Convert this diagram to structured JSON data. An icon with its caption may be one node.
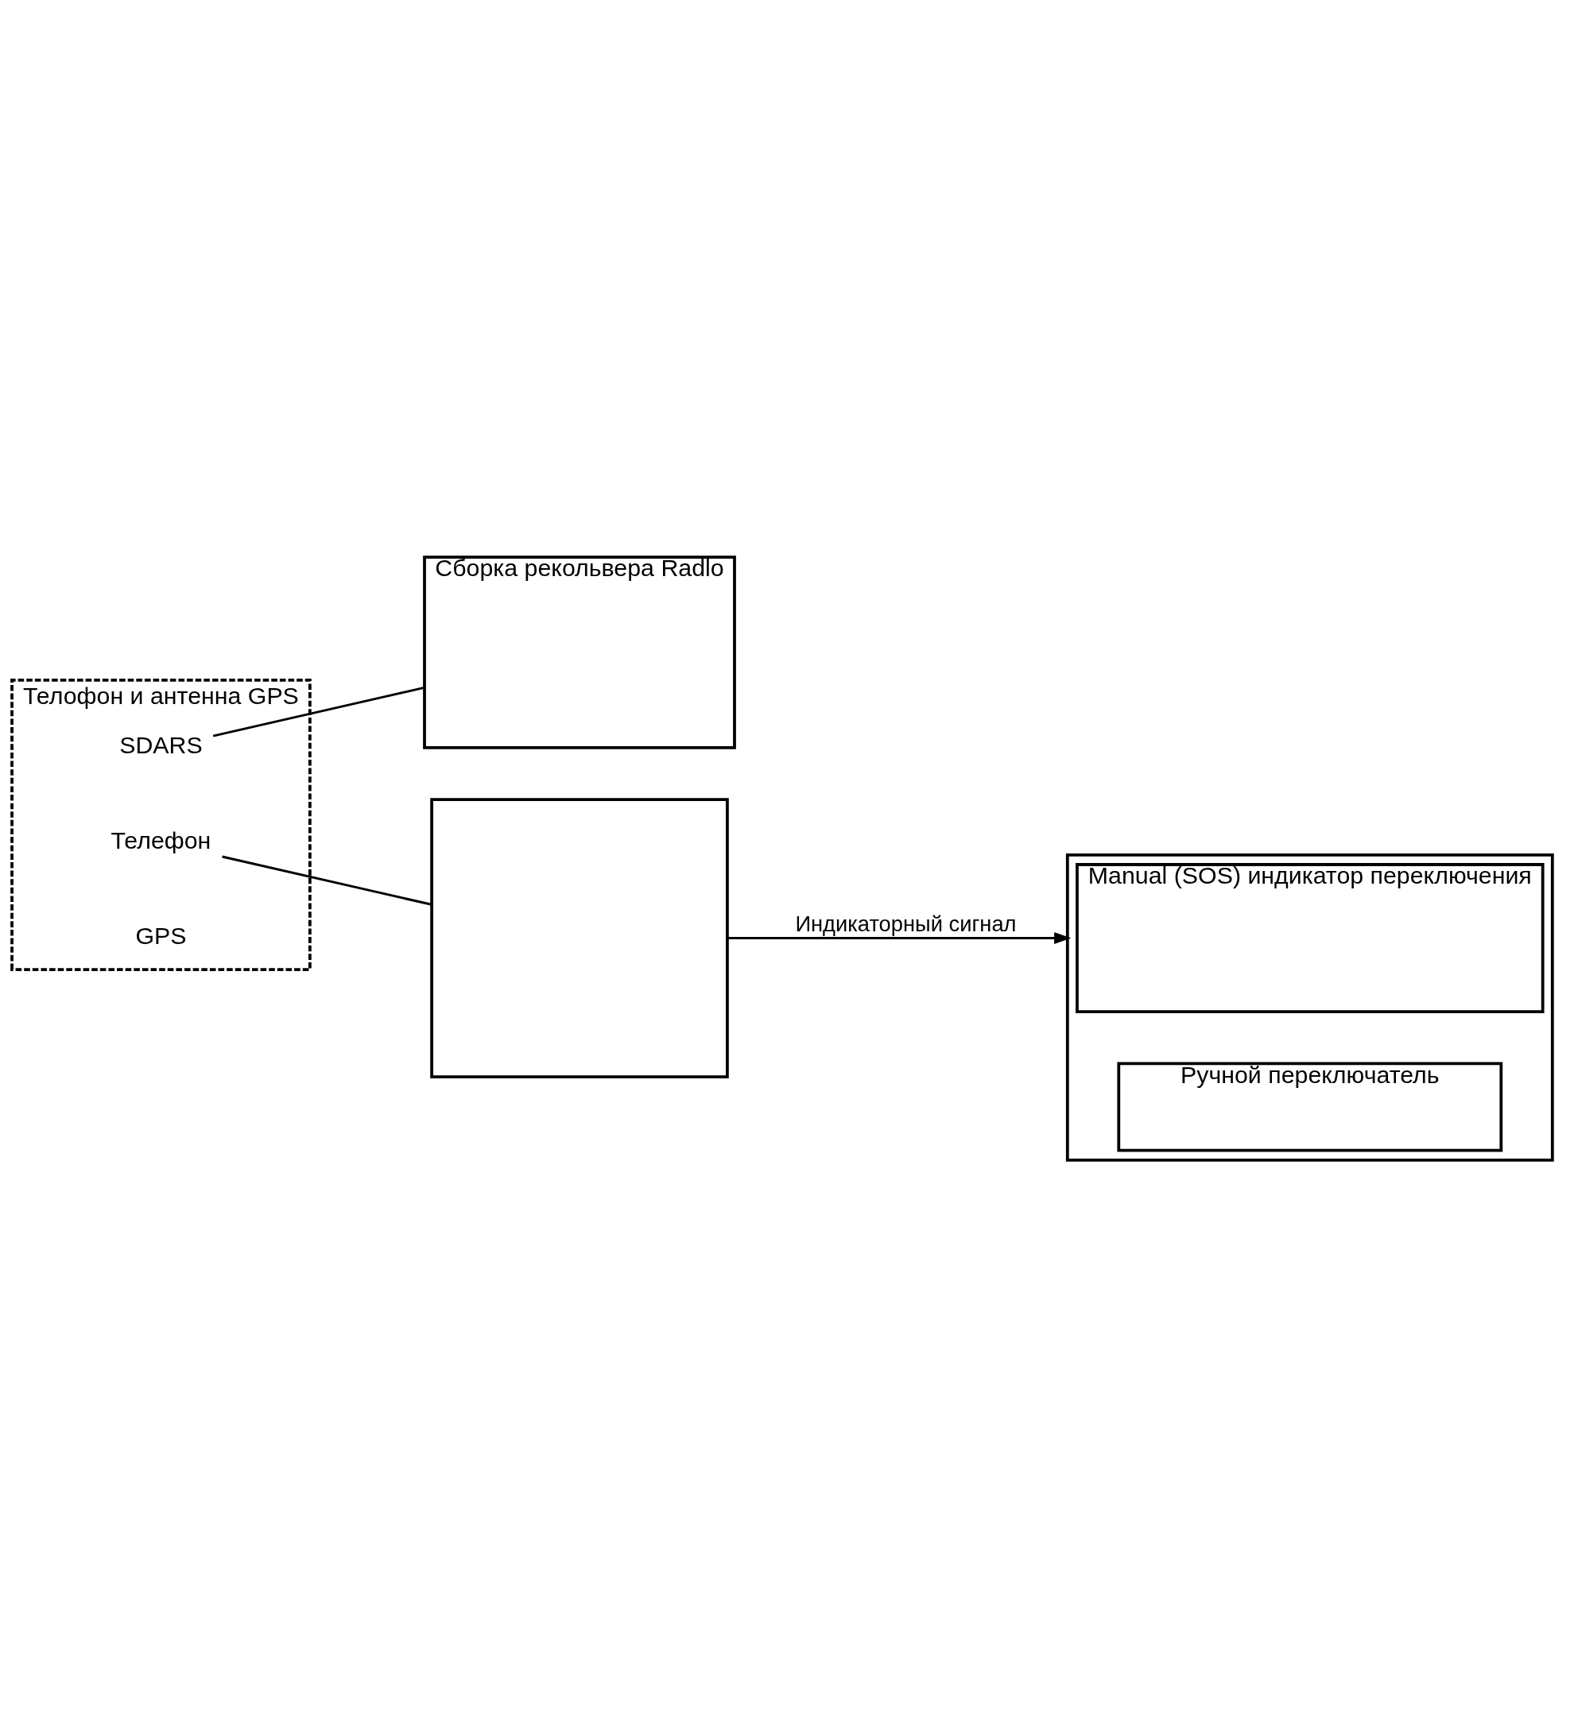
{
  "diagram": {
    "nodes": [
      {
        "text": [
          "Телофон и антенна GPS"
        ]
      },
      {
        "text": [
          "SDARS"
        ],
        "in": 0
      },
      {
        "text": [
          "Телефон"
        ],
        "in": 0
      },
      {
        "text": [
          "GPS"
        ],
        "in": 0
      },
      {
        "text": [
          "Сборка рекольвера Radlo"
        ]
      },
      {
        "text": [],
        "shape": "box"
      },
      {
        "text": [],
        "shape": "box"
      },
      {
        "text": [
          "Manual (SOS) индикатор переключения"
        ],
        "in": 6
      },
      {
        "text": [
          "Ручной переключатель"
        ],
        "in": 6
      }
    ],
    "edges": [
      {
        "from": 1,
        "to": 4,
        "arrow": "none"
      },
      {
        "from": 2,
        "to": 5,
        "arrow": "none"
      },
      {
        "from": 5,
        "to": 6,
        "arrow": "to",
        "label": "Индикаторный сигнал"
      }
    ]
  }
}
